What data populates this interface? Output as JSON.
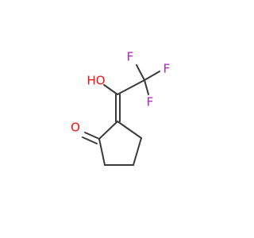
{
  "molecule": {
    "atoms": [
      {
        "id": "O_ketone",
        "label": "O",
        "color": "#ff0d0d"
      },
      {
        "id": "O_hydroxyl",
        "label": "HO",
        "color": "#ff0d0d"
      },
      {
        "id": "F1",
        "label": "F",
        "color": "#b41fbf"
      },
      {
        "id": "F2",
        "label": "F",
        "color": "#b41fbf"
      },
      {
        "id": "F3",
        "label": "F",
        "color": "#b41fbf"
      }
    ],
    "bond_color": "#3a3a3a"
  }
}
